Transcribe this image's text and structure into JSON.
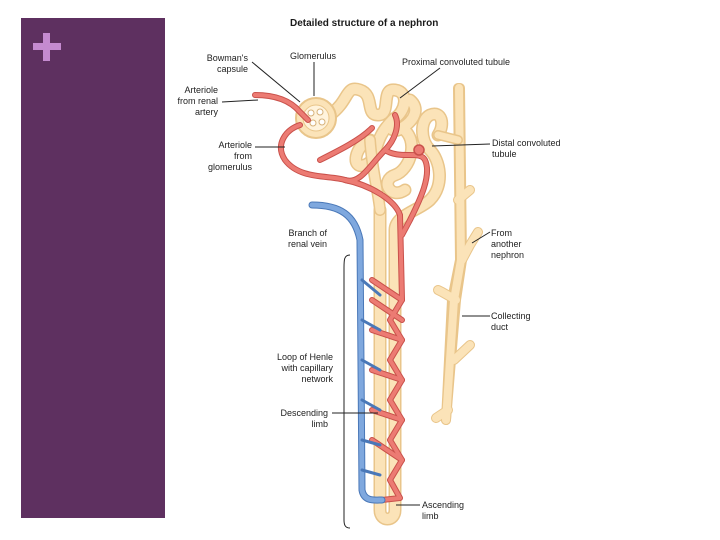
{
  "title": "Detailed structure of a nephron",
  "labels": {
    "bowmans_capsule": "Bowman's\ncapsule",
    "glomerulus": "Glomerulus",
    "proximal_tubule": "Proximal convoluted tubule",
    "arteriole_from_renal_artery": "Arteriole\nfrom renal\nartery",
    "arteriole_from_glomerulus": "Arteriole\nfrom\nglomerulus",
    "distal_tubule": "Distal convoluted\ntubule",
    "branch_of_renal_vein": "Branch of\nrenal vein",
    "from_another_nephron": "From\nanother\nnephron",
    "collecting_duct": "Collecting\nduct",
    "loop_of_henle": "Loop of Henle\nwith capillary\nnetwork",
    "descending_limb": "Descending\nlimb",
    "ascending_limb": "Ascending\nlimb"
  },
  "colors": {
    "panel": "#5e3060",
    "plus": "#c58bd0",
    "tubule": "#fbe3b8",
    "tubule_edge": "#e9c58a",
    "artery": "#ec7b73",
    "artery_edge": "#c9514b",
    "vein": "#7fa8de",
    "vein_edge": "#4a78b8"
  }
}
